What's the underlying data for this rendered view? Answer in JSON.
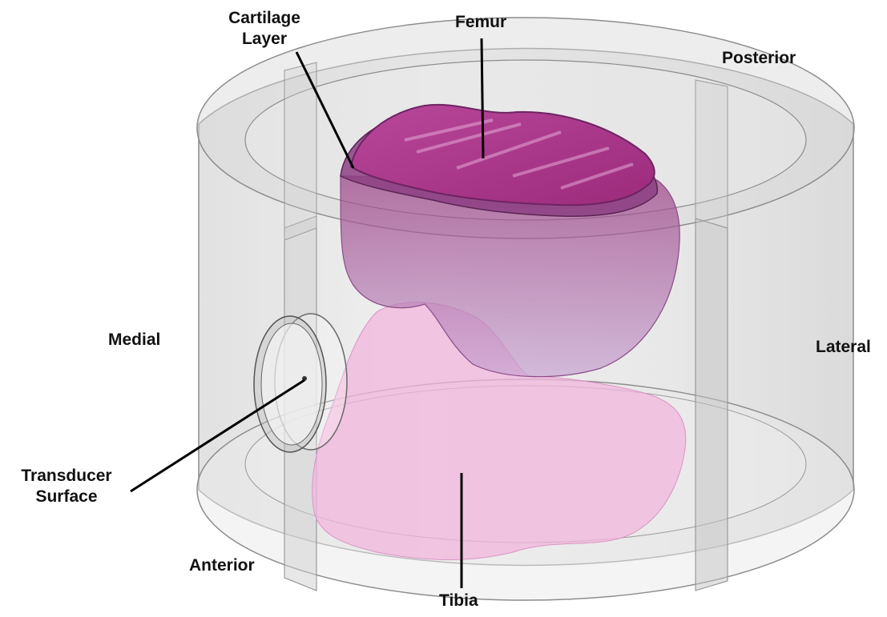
{
  "labels": {
    "cartilage_layer": [
      "Cartilage",
      "Layer"
    ],
    "femur": "Femur",
    "posterior": "Posterior",
    "medial": "Medial",
    "lateral": "Lateral",
    "transducer_surface": [
      "Transducer",
      "Surface"
    ],
    "anterior": "Anterior",
    "tibia": "Tibia"
  },
  "colors": {
    "container": "#d9d9d9",
    "container_edge": "#8c8c8c",
    "femur": "#a0307a",
    "femur_top": "#b0358c",
    "tibia": "#f2b6dc",
    "leader_line": "#000000"
  }
}
